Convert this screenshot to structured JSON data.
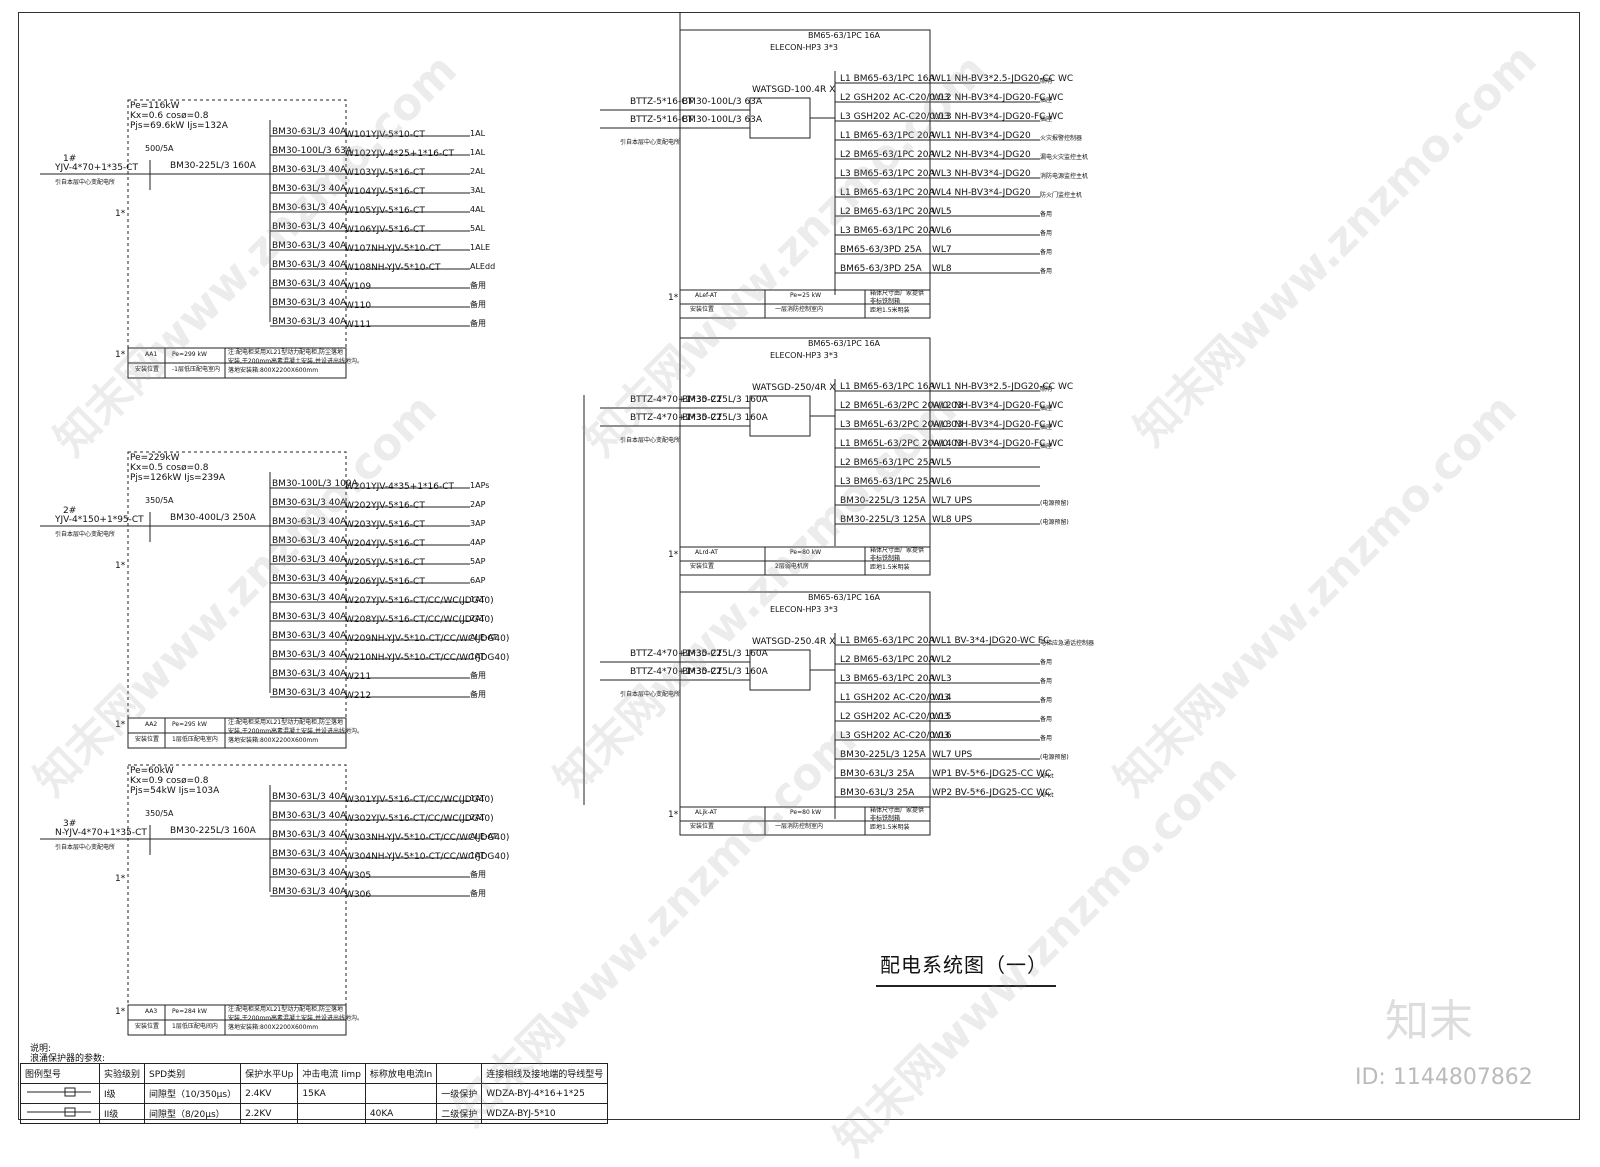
{
  "drawing_title": "配电系统图（一）",
  "watermark": "知末网www.znzmo.com",
  "logo_text": "知末",
  "id_text": "ID: 1144807862",
  "note": {
    "label": "说明:",
    "spd_label": "浪涌保护器的参数:"
  },
  "legend_table": {
    "headers": [
      "图例型号",
      "实验级别",
      "SPD类别",
      "保护水平Up",
      "冲击电流 Iimp",
      "标称放电电流In",
      "",
      "连接相线及接地端的导线型号"
    ],
    "rows": [
      [
        "",
        "I级",
        "间隙型（10/350μs）",
        "2.4KV",
        "15KA",
        "",
        "一级保护",
        "WDZA-BYJ-4*16+1*25"
      ],
      [
        "",
        "II级",
        "间隙型（8/20μs）",
        "2.2KV",
        "",
        "40KA",
        "二级保护",
        "WDZA-BYJ-5*10"
      ]
    ]
  },
  "panels": [
    {
      "cable_no": "1#",
      "cable": "YJV-4*70+1*35-CT",
      "source": "引自本层中心变配电所",
      "params": [
        "Pe=116kW",
        "Kx=0.6  cosø=0.8",
        "Pjs=69.6kW  Ijs=132A"
      ],
      "ct": "500/5A",
      "main_breaker": "BM30-225L/3 160A",
      "mark": "1*",
      "box_id": "AA1",
      "box_pe": "Pe=299 kW",
      "box_pos": "-1层低压配电室内",
      "install_label": "安装位置",
      "box_note": "注:配电柜采用XL21型动力配电柜,防尘落地安装,于200mm高素混凝土安装,并设进出线地沟。",
      "box_size": "落地安装箱:800X2200X600mm",
      "circuits": [
        {
          "breaker": "BM30-63L/3 40A",
          "id": "W101",
          "cable": "YJV-5*10-CT",
          "dest": "1AL"
        },
        {
          "breaker": "BM30-100L/3 63A",
          "id": "W102",
          "cable": "YJV-4*25+1*16-CT",
          "dest": "1AL"
        },
        {
          "breaker": "BM30-63L/3 40A",
          "id": "W103",
          "cable": "YJV-5*16-CT",
          "dest": "2AL"
        },
        {
          "breaker": "BM30-63L/3 40A",
          "id": "W104",
          "cable": "YJV-5*16-CT",
          "dest": "3AL"
        },
        {
          "breaker": "BM30-63L/3 40A",
          "id": "W105",
          "cable": "YJV-5*16-CT",
          "dest": "4AL"
        },
        {
          "breaker": "BM30-63L/3 40A",
          "id": "W106",
          "cable": "YJV-5*16-CT",
          "dest": "5AL"
        },
        {
          "breaker": "BM30-63L/3 40A",
          "id": "W107",
          "cable": "NH-YJV-5*10-CT",
          "dest": "1ALE"
        },
        {
          "breaker": "BM30-63L/3 40A",
          "id": "W108",
          "cable": "NH-YJV-5*10-CT",
          "dest": "ALEdd"
        },
        {
          "breaker": "BM30-63L/3 40A",
          "id": "W109",
          "cable": "",
          "dest": "备用"
        },
        {
          "breaker": "BM30-63L/3 40A",
          "id": "W110",
          "cable": "",
          "dest": "备用"
        },
        {
          "breaker": "BM30-63L/3 40A",
          "id": "W111",
          "cable": "",
          "dest": "备用"
        }
      ]
    },
    {
      "cable_no": "2#",
      "cable": "YJV-4*150+1*95-CT",
      "source": "引自本层中心变配电所",
      "params": [
        "Pe=229kW",
        "Kx=0.5  cosø=0.8",
        "Pjs=126kW  Ijs=239A"
      ],
      "ct": "350/5A",
      "main_breaker": "BM30-400L/3 250A",
      "mark": "1*",
      "box_id": "AA2",
      "box_pe": "Pe=295 kW",
      "box_pos": "1层低压配电室内",
      "install_label": "安装位置",
      "box_note": "注:配电柜采用XL21型动力配电柜,防尘落地安装,于200mm高素混凝土安装,并设进出线地沟。",
      "box_size": "落地安装箱:800X2200X600mm",
      "circuits": [
        {
          "breaker": "BM30-100L/3 100A",
          "id": "W201",
          "cable": "YJV-4*35+1*16-CT",
          "dest": "1APs"
        },
        {
          "breaker": "BM30-63L/3 40A",
          "id": "W202",
          "cable": "YJV-5*16-CT",
          "dest": "2AP"
        },
        {
          "breaker": "BM30-63L/3 40A",
          "id": "W203",
          "cable": "YJV-5*16-CT",
          "dest": "3AP"
        },
        {
          "breaker": "BM30-63L/3 40A",
          "id": "W204",
          "cable": "YJV-5*16-CT",
          "dest": "4AP"
        },
        {
          "breaker": "BM30-63L/3 40A",
          "id": "W205",
          "cable": "YJV-5*16-CT",
          "dest": "5AP"
        },
        {
          "breaker": "BM30-63L/3 40A",
          "id": "W206",
          "cable": "YJV-5*16-CT",
          "dest": "6AP"
        },
        {
          "breaker": "BM30-63L/3 40A",
          "id": "W207",
          "cable": "YJV-5*16-CT/CC/WC(JDG40)",
          "dest": "1AT"
        },
        {
          "breaker": "BM30-63L/3 40A",
          "id": "W208",
          "cable": "YJV-5*16-CT/CC/WC(JDG40)",
          "dest": "2AT"
        },
        {
          "breaker": "BM30-63L/3 40A",
          "id": "W209",
          "cable": "NH-YJV-5*10-CT/CC/WC(JDG40)",
          "dest": "ALE-AT"
        },
        {
          "breaker": "BM30-63L/3 40A",
          "id": "W210",
          "cable": "NH-YJV-5*10-CT/CC/WC(JDG40)",
          "dest": "1AT"
        },
        {
          "breaker": "BM30-63L/3 40A",
          "id": "W211",
          "cable": "",
          "dest": "备用"
        },
        {
          "breaker": "BM30-63L/3 40A",
          "id": "W212",
          "cable": "",
          "dest": "备用"
        }
      ]
    },
    {
      "cable_no": "3#",
      "cable": "N-YJV-4*70+1*35-CT",
      "source": "引自本层中心变配电所",
      "params": [
        "Pe=60kW",
        "Kx=0.9  cosø=0.8",
        "Pjs=54kW  Ijs=103A"
      ],
      "ct": "350/5A",
      "main_breaker": "BM30-225L/3 160A",
      "mark": "1*",
      "box_id": "AA3",
      "box_pe": "Pe=284 kW",
      "box_pos": "1层低压配电间内",
      "install_label": "安装位置",
      "box_note": "注:配电柜采用XL21型动力配电柜,防尘落地安装,于200mm高素混凝土安装,并设进出线地沟。",
      "box_size": "落地安装箱:800X2200X600mm",
      "circuits": [
        {
          "breaker": "BM30-63L/3 40A",
          "id": "W301",
          "cable": "YJV-5*16-CT/CC/WC(JDG40)",
          "dest": "1AT"
        },
        {
          "breaker": "BM30-63L/3 40A",
          "id": "W302",
          "cable": "YJV-5*16-CT/CC/WC(JDG40)",
          "dest": "2AT"
        },
        {
          "breaker": "BM30-63L/3 40A",
          "id": "W303",
          "cable": "NH-YJV-5*10-CT/CC/WC(JDG40)",
          "dest": "ALE-AT"
        },
        {
          "breaker": "BM30-63L/3 40A",
          "id": "W304",
          "cable": "NH-YJV-5*10-CT/CC/WC(JDG40)",
          "dest": "1AT"
        },
        {
          "breaker": "BM30-63L/3 40A",
          "id": "W305",
          "cable": "",
          "dest": "备用"
        },
        {
          "breaker": "BM30-63L/3 40A",
          "id": "W306",
          "cable": "",
          "dest": "备用"
        }
      ]
    }
  ],
  "at_panels": [
    {
      "feed1": "BTTZ-5*16-CT",
      "feed2": "BTTZ-5*16-CT",
      "breaker1": "BM30-100L/3 63A",
      "breaker2": "BM30-100L/3 63A",
      "source": "引自本层中心变配电所",
      "ats": "WATSGD-100.4R X",
      "top": "BM65-63/1PC 16A",
      "top_device": "ELECON-HP3 3*3",
      "mark": "1*",
      "box_id": "ALef-AT",
      "box_pe": "Pe=25 kW",
      "box_pos": "一层消防控制室内",
      "install_label": "安装位置",
      "box_note": "箱体尺寸由厂家提供 非标铁制箱",
      "box_dist": "距地1.5米明装",
      "circuits": [
        {
          "phase": "L1",
          "breaker": "BM65-63/1PC 16A",
          "id": "WL1",
          "cable": "NH-BV3*2.5-JDG20-CC WC",
          "dest": "照明"
        },
        {
          "phase": "L2",
          "breaker": "GSH202 AC-C20/0.03",
          "id": "WL2",
          "cable": "NH-BV3*4-JDG20-FC WC",
          "dest": "插座"
        },
        {
          "phase": "L3",
          "breaker": "GSH202 AC-C20/0.03",
          "id": "WL3",
          "cable": "NH-BV3*4-JDG20-FC WC",
          "dest": "插座"
        },
        {
          "phase": "L1",
          "breaker": "BM65-63/1PC 20A",
          "id": "WL1",
          "cable": "NH-BV3*4-JDG20",
          "dest": "火灾报警控制器"
        },
        {
          "phase": "L2",
          "breaker": "BM65-63/1PC 20A",
          "id": "WL2",
          "cable": "NH-BV3*4-JDG20",
          "dest": "漏电火灾监控主机"
        },
        {
          "phase": "L3",
          "breaker": "BM65-63/1PC 20A",
          "id": "WL3",
          "cable": "NH-BV3*4-JDG20",
          "dest": "消防电源监控主机"
        },
        {
          "phase": "L1",
          "breaker": "BM65-63/1PC 20A",
          "id": "WL4",
          "cable": "NH-BV3*4-JDG20",
          "dest": "防火门监控主机"
        },
        {
          "phase": "L2",
          "breaker": "BM65-63/1PC 20A",
          "id": "WL5",
          "cable": "",
          "dest": "备用"
        },
        {
          "phase": "L3",
          "breaker": "BM65-63/1PC 20A",
          "id": "WL6",
          "cable": "",
          "dest": "备用"
        },
        {
          "phase": "",
          "breaker": "BM65-63/3PD 25A",
          "id": "WL7",
          "cable": "",
          "dest": "备用"
        },
        {
          "phase": "",
          "breaker": "BM65-63/3PD 25A",
          "id": "WL8",
          "cable": "",
          "dest": "备用"
        }
      ]
    },
    {
      "feed1": "BTTZ-4*70+1*35-CT",
      "feed2": "BTTZ-4*70+1*35-CT",
      "breaker1": "BM30-225L/3 160A",
      "breaker2": "BM30-225L/3 160A",
      "source": "引自本层中心变配电所",
      "ats": "WATSGD-250/4R X",
      "top": "BM65-63/1PC 16A",
      "top_device": "ELECON-HP3 3*3",
      "mark": "1*",
      "box_id": "ALrd-AT",
      "box_pe": "Pe=80 kW",
      "box_pos": "2层弱电机房",
      "install_label": "安装位置",
      "box_note": "箱体尺寸由厂家提供 非标铁制箱",
      "box_dist": "距地1.5米明装",
      "circuits": [
        {
          "phase": "L1",
          "breaker": "BM65-63/1PC 16A",
          "id": "WL1",
          "cable": "NH-BV3*2.5-JDG20-CC WC",
          "dest": "照明"
        },
        {
          "phase": "L2",
          "breaker": "BM65L-63/2PC 20A/0.03",
          "id": "WL2",
          "cable": "NH-BV3*4-JDG20-FC WC",
          "dest": "插座"
        },
        {
          "phase": "L3",
          "breaker": "BM65L-63/2PC 20A/0.03",
          "id": "WL3",
          "cable": "NH-BV3*4-JDG20-FC WC",
          "dest": "插座"
        },
        {
          "phase": "L1",
          "breaker": "BM65L-63/2PC 20A/0.03",
          "id": "WL4",
          "cable": "NH-BV3*4-JDG20-FC WC",
          "dest": "插座"
        },
        {
          "phase": "L2",
          "breaker": "BM65-63/1PC 25A",
          "id": "WL5",
          "cable": "",
          "dest": ""
        },
        {
          "phase": "L3",
          "breaker": "BM65-63/1PC 25A",
          "id": "WL6",
          "cable": "",
          "dest": ""
        },
        {
          "phase": "",
          "breaker": "BM30-225L/3 125A",
          "id": "WL7",
          "cable": "UPS",
          "dest": "(电源预留)"
        },
        {
          "phase": "",
          "breaker": "BM30-225L/3 125A",
          "id": "WL8",
          "cable": "UPS",
          "dest": "(电源预留)"
        }
      ]
    },
    {
      "feed1": "BTTZ-4*70+1*35-CT",
      "feed2": "BTTZ-4*70+1*35-CT",
      "breaker1": "BM30-225L/3 160A",
      "breaker2": "BM30-225L/3 160A",
      "source": "引自本层中心变配电所",
      "ats": "WATSGD-250.4R X",
      "top": "BM65-63/1PC 16A",
      "top_device": "ELECON-HP3 3*3",
      "mark": "1*",
      "box_id": "ALjk-AT",
      "box_pe": "Pe=80 kW",
      "box_pos": "一层消防控制室内",
      "install_label": "安装位置",
      "box_note": "箱体尺寸由厂家提供 非标铁制箱",
      "box_dist": "距地1.5米明装",
      "circuits": [
        {
          "phase": "L1",
          "breaker": "BM65-63/1PC 20A",
          "id": "WL1",
          "cable": "BV-3*4-JDG20-WC FC",
          "dest": "电梯应急通话控制器"
        },
        {
          "phase": "L2",
          "breaker": "BM65-63/1PC 20A",
          "id": "WL2",
          "cable": "",
          "dest": "备用"
        },
        {
          "phase": "L3",
          "breaker": "BM65-63/1PC 20A",
          "id": "WL3",
          "cable": "",
          "dest": "备用"
        },
        {
          "phase": "L1",
          "breaker": "GSH202 AC-C20/0.03",
          "id": "WL4",
          "cable": "",
          "dest": "备用"
        },
        {
          "phase": "L2",
          "breaker": "GSH202 AC-C20/0.03",
          "id": "WL5",
          "cable": "",
          "dest": "备用"
        },
        {
          "phase": "L3",
          "breaker": "GSH202 AC-C20/0.03",
          "id": "WL6",
          "cable": "",
          "dest": "备用"
        },
        {
          "phase": "",
          "breaker": "BM30-225L/3 125A",
          "id": "WL7",
          "cable": "UPS",
          "dest": "(电源预留)"
        },
        {
          "phase": "",
          "breaker": "BM30-63L/3 25A",
          "id": "WP1",
          "cable": "BV-5*6-JDG25-CC WC",
          "dest": "APkt"
        },
        {
          "phase": "",
          "breaker": "BM30-63L/3 25A",
          "id": "WP2",
          "cable": "BV-5*6-JDG25-CC WC",
          "dest": "APkt"
        }
      ]
    }
  ]
}
